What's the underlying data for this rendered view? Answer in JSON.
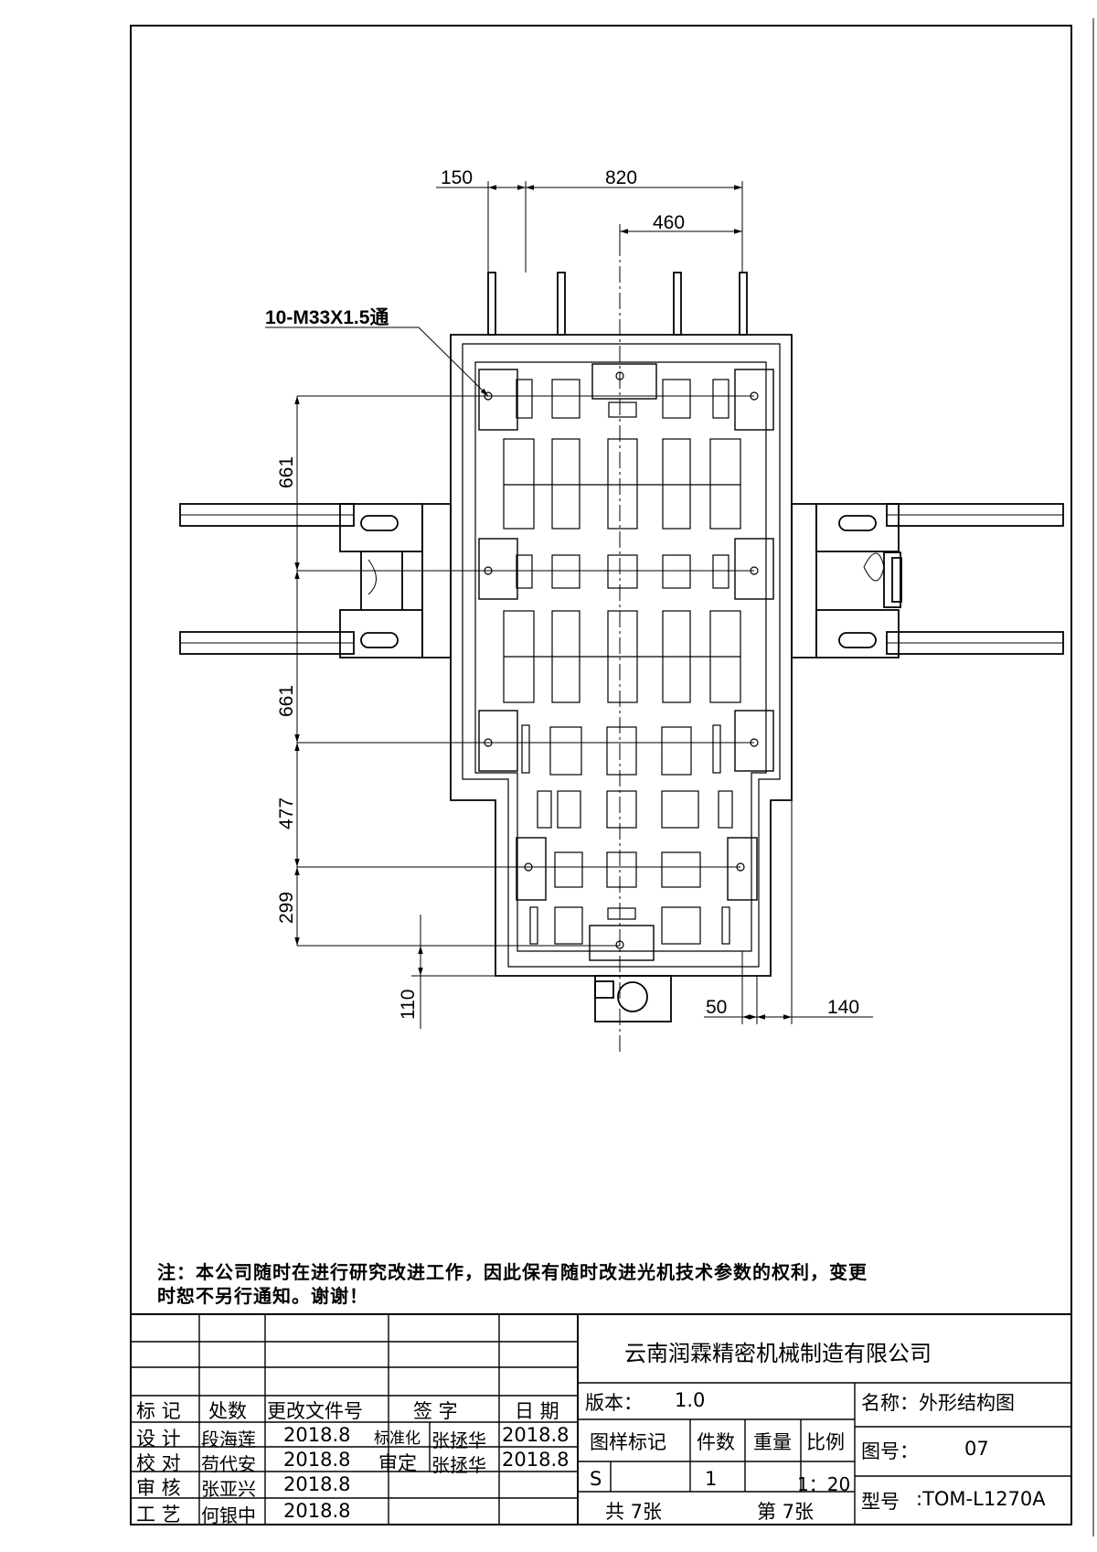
{
  "drawing": {
    "callout": "10-M33X1.5通",
    "dimensions_top": [
      "150",
      "820",
      "460"
    ],
    "dimensions_left": [
      "661",
      "661",
      "477",
      "299",
      "110"
    ],
    "dimensions_bottom": [
      "50",
      "140"
    ]
  },
  "note": {
    "line1": "注：本公司随时在进行研究改进工作，因此保有随时改进光机技术参数的权利，变更",
    "line2": "时恕不另行通知。谢谢！"
  },
  "title_block": {
    "company": "云南润霖精密机械制造有限公司",
    "headers": {
      "mark": "标 记",
      "count": "处数",
      "change_doc": "更改文件号",
      "signature": "签 字",
      "date": "日 期"
    },
    "rows": [
      {
        "role": "设 计",
        "name": "段海莲",
        "date": "2018.8"
      },
      {
        "role": "校 对",
        "name": "苟代安",
        "date": "2018.8"
      },
      {
        "role": "审 核",
        "name": "张亚兴",
        "date": "2018.8"
      },
      {
        "role": "工 艺",
        "name": "何银中",
        "date": "2018.8"
      }
    ],
    "approvals": [
      {
        "role": "标准化",
        "name": "张拯华",
        "date": "2018.8"
      },
      {
        "role": "审定",
        "name": "张拯华",
        "date": "2018.8"
      }
    ],
    "version_label": "版本：",
    "version_value": "1.0",
    "name_label": "名称：外形结构图",
    "col_sample": "图样标记",
    "col_qty": "件数",
    "col_weight": "重量",
    "col_scale": "比例",
    "sample_value": "S",
    "qty_value": "1",
    "scale_value": "1：20",
    "total_sheets": "共 7张",
    "sheet_no": "第 7张",
    "drawing_no_label": "图号：",
    "drawing_no_value": "07",
    "model_label": "型号",
    "model_value": ":TOM-L1270A"
  }
}
